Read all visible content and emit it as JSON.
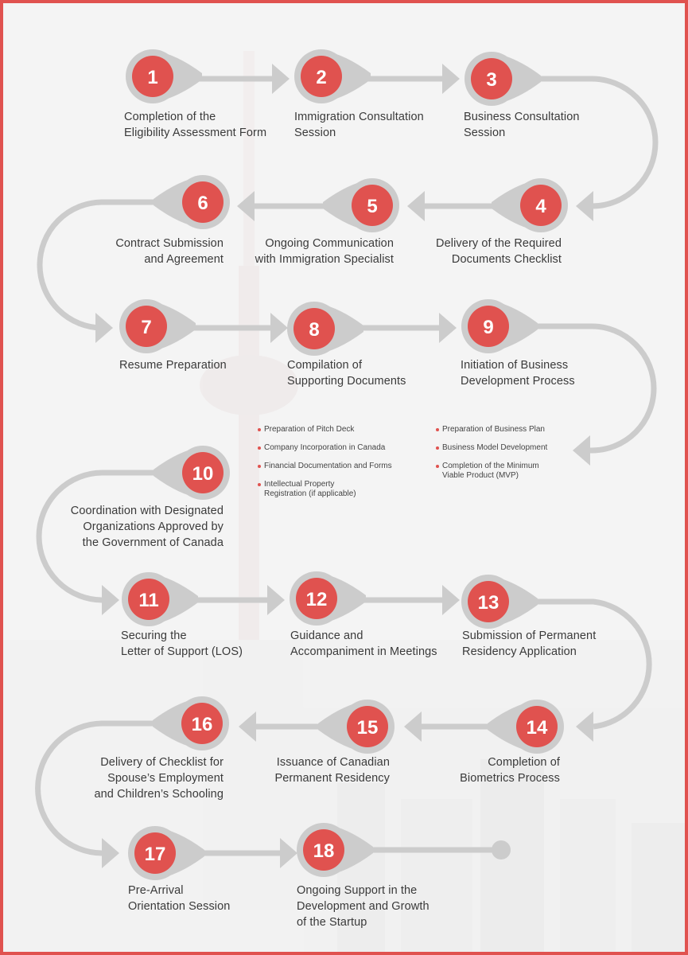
{
  "colors": {
    "accent": "#e0524f",
    "connector": "#cccccc",
    "text": "#3a3a3a"
  },
  "steps": [
    {
      "number": "1",
      "lines": [
        "Completion of the",
        "Eligibility Assessment Form"
      ]
    },
    {
      "number": "2",
      "lines": [
        "Immigration Consultation",
        "Session"
      ]
    },
    {
      "number": "3",
      "lines": [
        "Business Consultation",
        "Session"
      ]
    },
    {
      "number": "4",
      "lines": [
        "Delivery of the Required",
        "Documents Checklist"
      ]
    },
    {
      "number": "5",
      "lines": [
        "Ongoing Communication",
        "with Immigration Specialist"
      ]
    },
    {
      "number": "6",
      "lines": [
        "Contract Submission",
        "and Agreement"
      ]
    },
    {
      "number": "7",
      "lines": [
        "Resume Preparation"
      ]
    },
    {
      "number": "8",
      "lines": [
        "Compilation of",
        "Supporting Documents"
      ]
    },
    {
      "number": "9",
      "lines": [
        "Initiation of Business",
        "Development Process"
      ]
    },
    {
      "number": "10",
      "lines": [
        "Coordination with Designated",
        "Organizations Approved by",
        "the Government of Canada"
      ]
    },
    {
      "number": "11",
      "lines": [
        "Securing the",
        "Letter of Support (LOS)"
      ]
    },
    {
      "number": "12",
      "lines": [
        "Guidance and",
        "Accompaniment in Meetings"
      ]
    },
    {
      "number": "13",
      "lines": [
        "Submission of Permanent",
        "Residency Application"
      ]
    },
    {
      "number": "14",
      "lines": [
        "Completion of",
        "Biometrics Process"
      ]
    },
    {
      "number": "15",
      "lines": [
        "Issuance of Canadian",
        "Permanent Residency"
      ]
    },
    {
      "number": "16",
      "lines": [
        "Delivery of Checklist for",
        "Spouse’s Employment",
        "and Children’s Schooling"
      ]
    },
    {
      "number": "17",
      "lines": [
        "Pre-Arrival",
        "Orientation Session"
      ]
    },
    {
      "number": "18",
      "lines": [
        "Ongoing Support in the",
        "Development and Growth",
        "of the Startup"
      ]
    }
  ],
  "bullets_step8": [
    [
      "Preparation of Pitch Deck"
    ],
    [
      "Company Incorporation in Canada"
    ],
    [
      "Financial Documentation and Forms"
    ],
    [
      "Intellectual Property",
      "Registration (if applicable)"
    ]
  ],
  "bullets_step9": [
    [
      "Preparation of Business Plan"
    ],
    [
      "Business Model Development"
    ],
    [
      "Completion of the Minimum",
      "Viable Product (MVP)"
    ]
  ]
}
